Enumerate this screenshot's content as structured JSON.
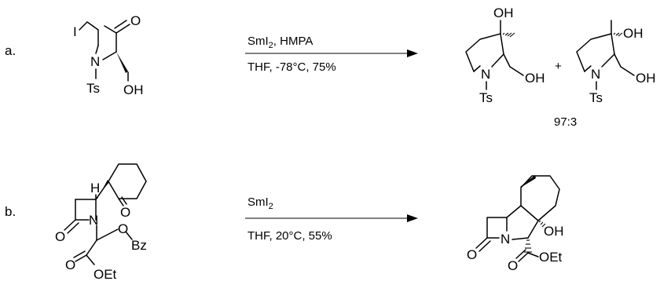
{
  "reaction_a": {
    "label": "a.",
    "reagent_main": "SmI",
    "reagent_sub": "2",
    "reagent_rest": ", HMPA",
    "conditions": "THF, -78°C, 75%",
    "plus": "+",
    "ratio": "97:3",
    "atoms": {
      "iodine": "I",
      "oxygen": "O",
      "nitrogen": "N",
      "tosyl": "Ts",
      "hydroxyl": "OH"
    }
  },
  "reaction_b": {
    "label": "b.",
    "reagent_main": "SmI",
    "reagent_sub": "2",
    "conditions": "THF, 20°C, 55%",
    "atoms": {
      "hydrogen": "H",
      "oxygen": "O",
      "nitrogen": "N",
      "o_bz_o": "O",
      "benzoyl": "Bz",
      "ethoxy": "OEt",
      "hydroxyl": "OH"
    }
  }
}
